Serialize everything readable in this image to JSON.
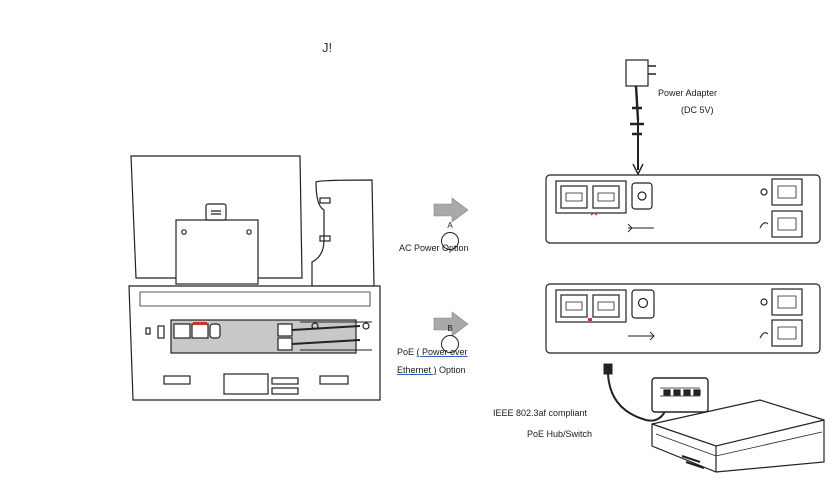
{
  "fragment_text": "J!",
  "option_a": {
    "marker": "A",
    "label": "AC Power Option"
  },
  "option_b": {
    "marker": "B",
    "label_line1_prefix": "PoE ",
    "label_line1_link": "( Power over",
    "label_line2_link": "Ethernet )",
    "label_line2_suffix": " Option"
  },
  "power_adapter": {
    "line1": "Power Adapter",
    "line2": "(DC 5V)"
  },
  "poe_switch": {
    "line1": "IEEE 802.3af compliant",
    "line2": "PoE Hub/Switch"
  },
  "colors": {
    "line": "#222222",
    "arrow": "#a9a9a9",
    "panel": "#c8c8c8",
    "port_mark": "#d03030",
    "link": "#3a5fb8"
  }
}
